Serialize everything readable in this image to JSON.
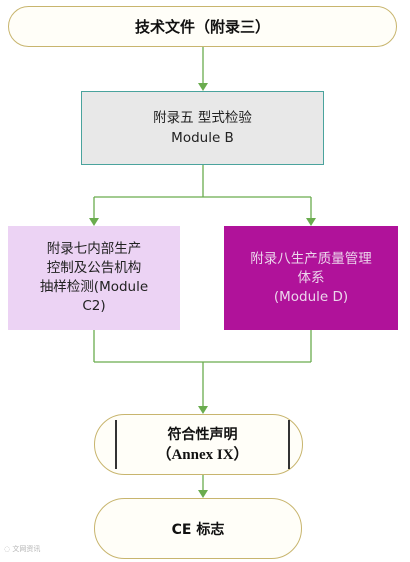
{
  "nodes": {
    "top_label": "技术文件（附录三）",
    "module_b": {
      "line1": "附录五  型式检验",
      "line2": "Module B"
    },
    "module_c2": {
      "line1": "附录七内部生产",
      "line2": "控制及公告机构",
      "line3": "抽样检测(Module",
      "line4": "C2)"
    },
    "module_d": {
      "line1": "附录八生产质量管理",
      "line2": "体系",
      "line3": "(Module D)"
    },
    "declaration": {
      "line1": "符合性声明",
      "line2": "（Annex IX）"
    },
    "ce": "CE 标志"
  },
  "watermark": "◌ 文网资讯",
  "colors": {
    "arrow": "#6aac4e",
    "module_b_fill": "#e8e8e8",
    "module_c2_fill": "#ecd3f4",
    "module_d_fill": "#b0129a",
    "pill_border": "#c8b56e"
  }
}
